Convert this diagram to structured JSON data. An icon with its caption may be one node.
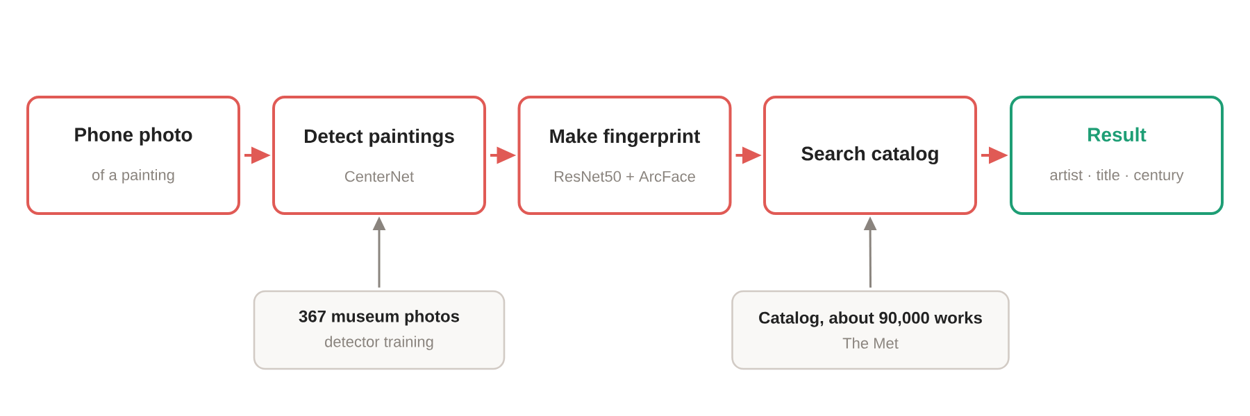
{
  "diagram": {
    "nodes": [
      {
        "text": [
          "Phone photo",
          "of a painting"
        ]
      },
      {
        "text": [
          "Detect paintings",
          "CenterNet"
        ]
      },
      {
        "text": [
          "Make fingerprint",
          "ResNet50 + ArcFace"
        ]
      },
      {
        "text": [
          "Search catalog"
        ]
      },
      {
        "text": [
          "Result",
          "artist · title · century"
        ]
      },
      {
        "text": [
          "367 museum photos",
          "detector training"
        ]
      },
      {
        "text": [
          "Catalog, about 90,000 works",
          "The Met"
        ]
      }
    ],
    "edges": [
      {
        "from": 0,
        "to": 1,
        "arrow": "to"
      },
      {
        "from": 1,
        "to": 2,
        "arrow": "to"
      },
      {
        "from": 2,
        "to": 3,
        "arrow": "to"
      },
      {
        "from": 3,
        "to": 4,
        "arrow": "to"
      },
      {
        "from": 5,
        "to": 1,
        "arrow": "to",
        "color": "#8a847e"
      },
      {
        "from": 6,
        "to": 3,
        "arrow": "to",
        "color": "#8a847e"
      }
    ]
  }
}
